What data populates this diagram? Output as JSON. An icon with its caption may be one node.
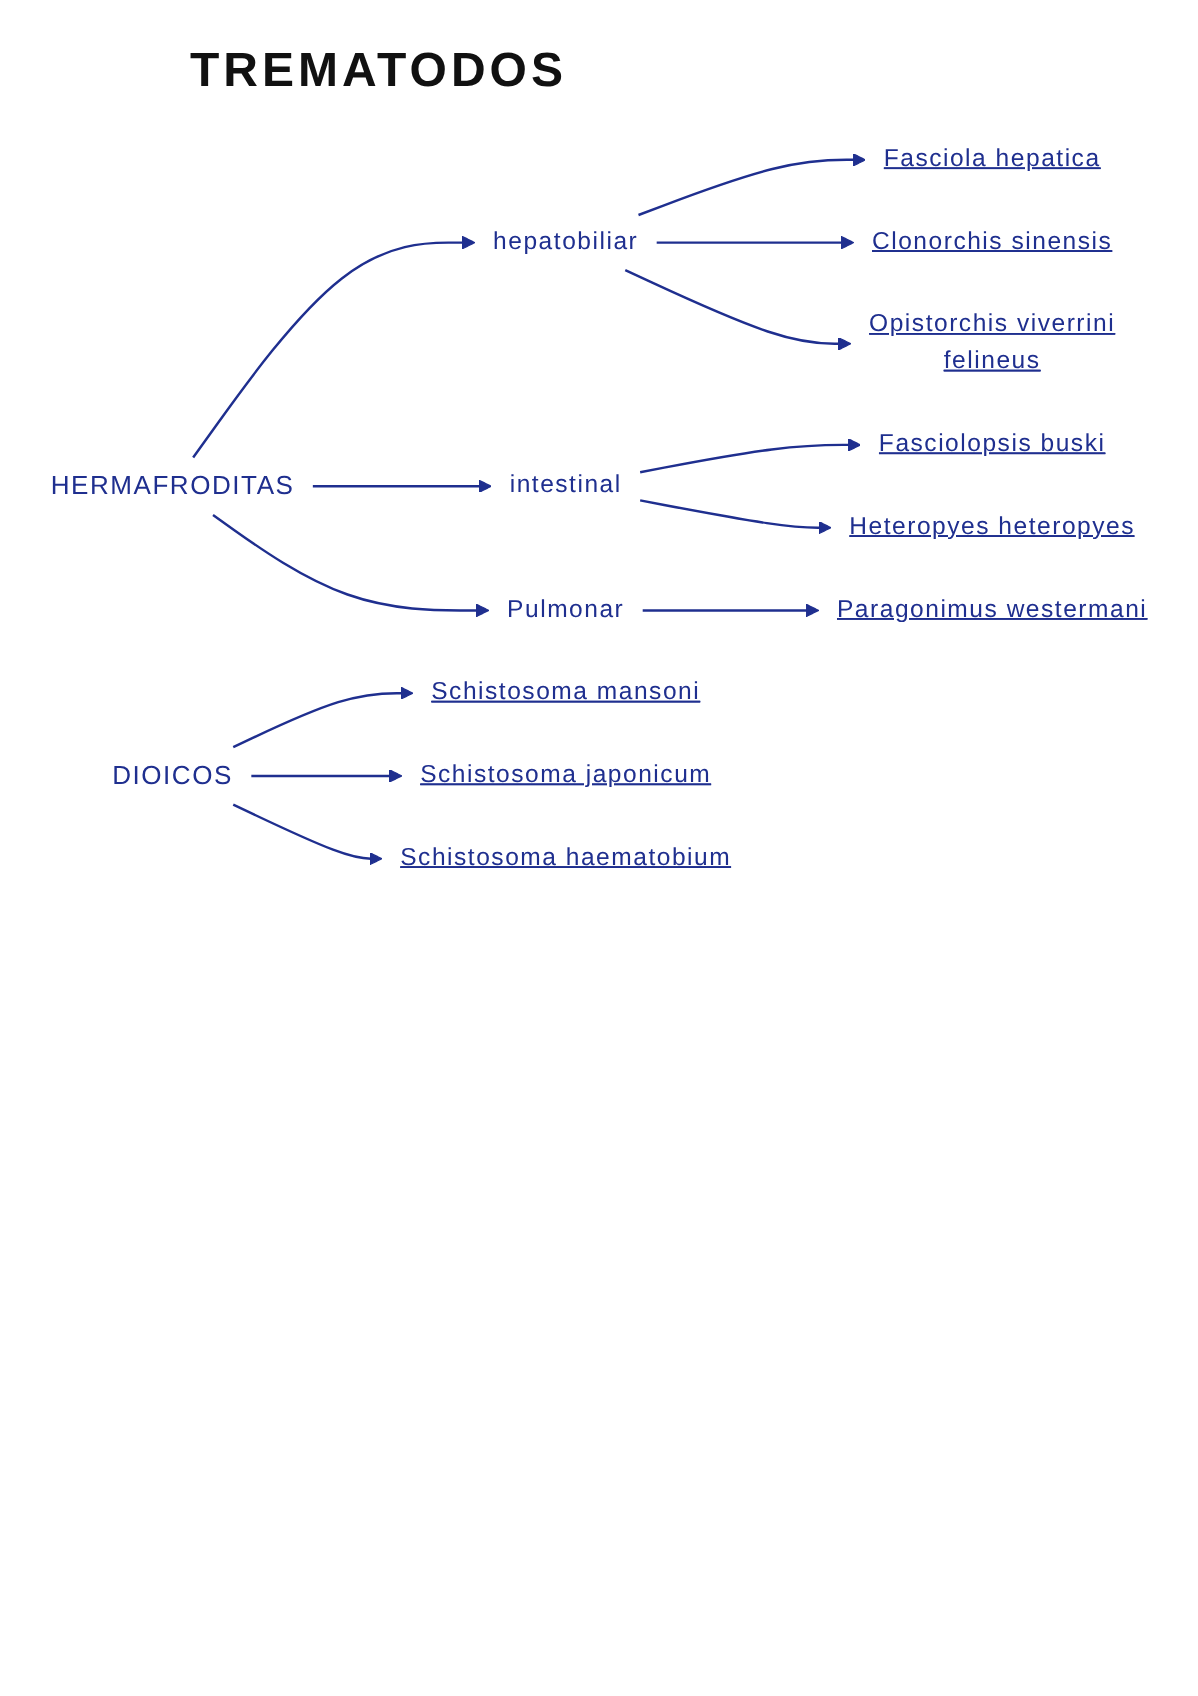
{
  "diagram": {
    "title": "TREMATODOS",
    "nodes": [
      {
        "text": [
          "HERMAFRODITAS"
        ]
      },
      {
        "text": [
          "hepatobiliar"
        ]
      },
      {
        "text": [
          "Fasciola hepatica"
        ]
      },
      {
        "text": [
          "Clonorchis sinensis"
        ]
      },
      {
        "text": [
          "Opistorchis viverrini",
          "felineus"
        ]
      },
      {
        "text": [
          "intestinal"
        ]
      },
      {
        "text": [
          "Fasciolopsis buski"
        ]
      },
      {
        "text": [
          "Heteropyes heteropyes"
        ]
      },
      {
        "text": [
          "Pulmonar"
        ]
      },
      {
        "text": [
          "Paragonimus westermani"
        ]
      },
      {
        "text": [
          "DIOICOS"
        ]
      },
      {
        "text": [
          "Schistosoma mansoni"
        ]
      },
      {
        "text": [
          "Schistosoma japonicum"
        ]
      },
      {
        "text": [
          "Schistosoma haematobium"
        ]
      }
    ],
    "edges": [
      {
        "from": 0,
        "to": 1,
        "arrow": "to"
      },
      {
        "from": 1,
        "to": 2,
        "arrow": "to"
      },
      {
        "from": 1,
        "to": 3,
        "arrow": "to"
      },
      {
        "from": 1,
        "to": 4,
        "arrow": "to"
      },
      {
        "from": 0,
        "to": 5,
        "arrow": "to"
      },
      {
        "from": 5,
        "to": 6,
        "arrow": "to"
      },
      {
        "from": 5,
        "to": 7,
        "arrow": "to"
      },
      {
        "from": 0,
        "to": 8,
        "arrow": "to"
      },
      {
        "from": 8,
        "to": 9,
        "arrow": "to"
      },
      {
        "from": 10,
        "to": 11,
        "arrow": "to"
      },
      {
        "from": 10,
        "to": 12,
        "arrow": "to"
      },
      {
        "from": 10,
        "to": 13,
        "arrow": "to"
      }
    ]
  }
}
